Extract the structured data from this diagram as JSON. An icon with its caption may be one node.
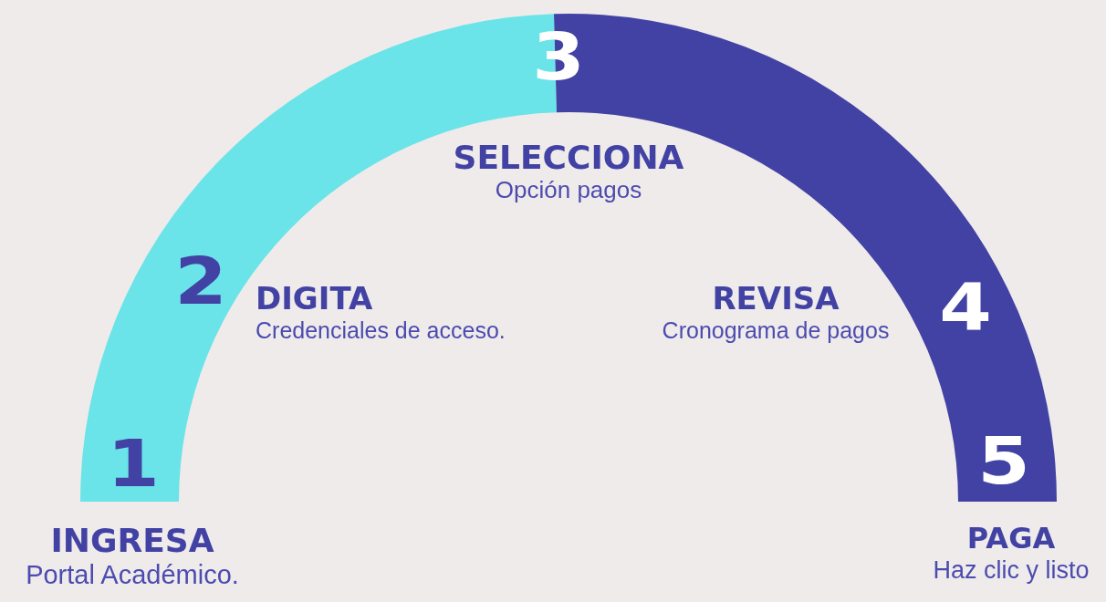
{
  "diagram": {
    "nodes": [
      {
        "text": [
          "INGRESA",
          "Portal Académico."
        ],
        "beside": [
          "1"
        ]
      },
      {
        "text": [
          "DIGITA",
          "Credenciales de acceso."
        ],
        "beside": [
          "2"
        ]
      },
      {
        "text": [
          "SELECCIONA",
          "Opción pagos"
        ],
        "beside": [
          "3"
        ]
      },
      {
        "text": [
          "REVISA",
          "Cronograma de pagos"
        ],
        "beside": [
          "4"
        ]
      },
      {
        "text": [
          "PAGA",
          "Haz clic y listo"
        ],
        "beside": [
          "5"
        ]
      }
    ]
  }
}
